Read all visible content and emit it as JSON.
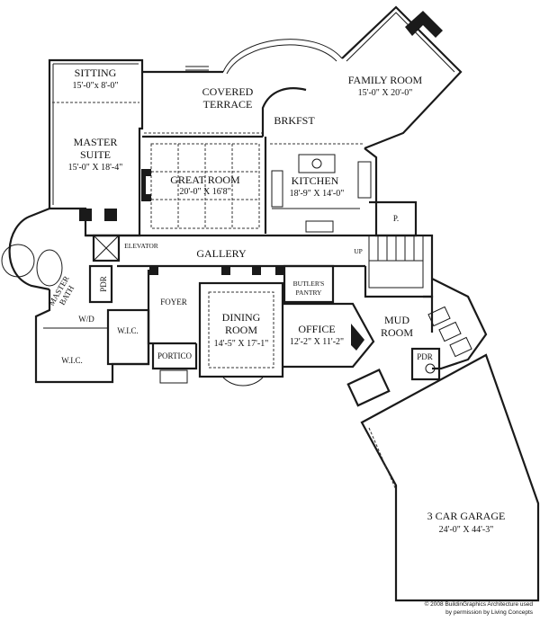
{
  "rooms": {
    "sitting": {
      "name": "SITTING",
      "dims": "15'-0\"x 8'-0\""
    },
    "master_suite": {
      "name1": "MASTER",
      "name2": "SUITE",
      "dims": "15'-0\" X 18'-4\""
    },
    "covered_terrace": {
      "name1": "COVERED",
      "name2": "TERRACE"
    },
    "family_room": {
      "name": "FAMILY ROOM",
      "dims": "15'-0\" X 20'-0\""
    },
    "brkfst": {
      "name": "BRKFST"
    },
    "great_room": {
      "name": "GREAT ROOM",
      "dims": "20'-0\" X 16'8\""
    },
    "kitchen": {
      "name": "KITCHEN",
      "dims": "18'-9\" X 14'-0\""
    },
    "pantry": {
      "name": "P."
    },
    "elevator": {
      "name": "ELEVATOR"
    },
    "gallery": {
      "name": "GALLERY"
    },
    "up": {
      "name": "UP"
    },
    "master_bath": {
      "name1": "MASTER",
      "name2": "BATH"
    },
    "pdr_left": {
      "name": "PDR"
    },
    "butlers_pantry": {
      "name1": "BUTLER'S",
      "name2": "PANTRY"
    },
    "foyer": {
      "name": "FOYER"
    },
    "dining_room": {
      "name1": "DINING",
      "name2": "ROOM",
      "dims": "14'-5\" X 17'-1\""
    },
    "office": {
      "name": "OFFICE",
      "dims": "12'-2\" X 11'-2\""
    },
    "mud_room": {
      "name1": "MUD",
      "name2": "ROOM"
    },
    "wd": {
      "name": "W/D"
    },
    "wic_right": {
      "name": "W.I.C."
    },
    "wic_left": {
      "name": "W.I.C."
    },
    "portico": {
      "name": "PORTICO"
    },
    "pdr_right": {
      "name": "PDR"
    },
    "garage": {
      "name": "3 CAR GARAGE",
      "dims": "24'-0\" X 44'-3\""
    }
  },
  "copyright": {
    "line1": "© 2008 BuildinGraphics Architecture used",
    "line2": "by permission by Living Concepts"
  }
}
